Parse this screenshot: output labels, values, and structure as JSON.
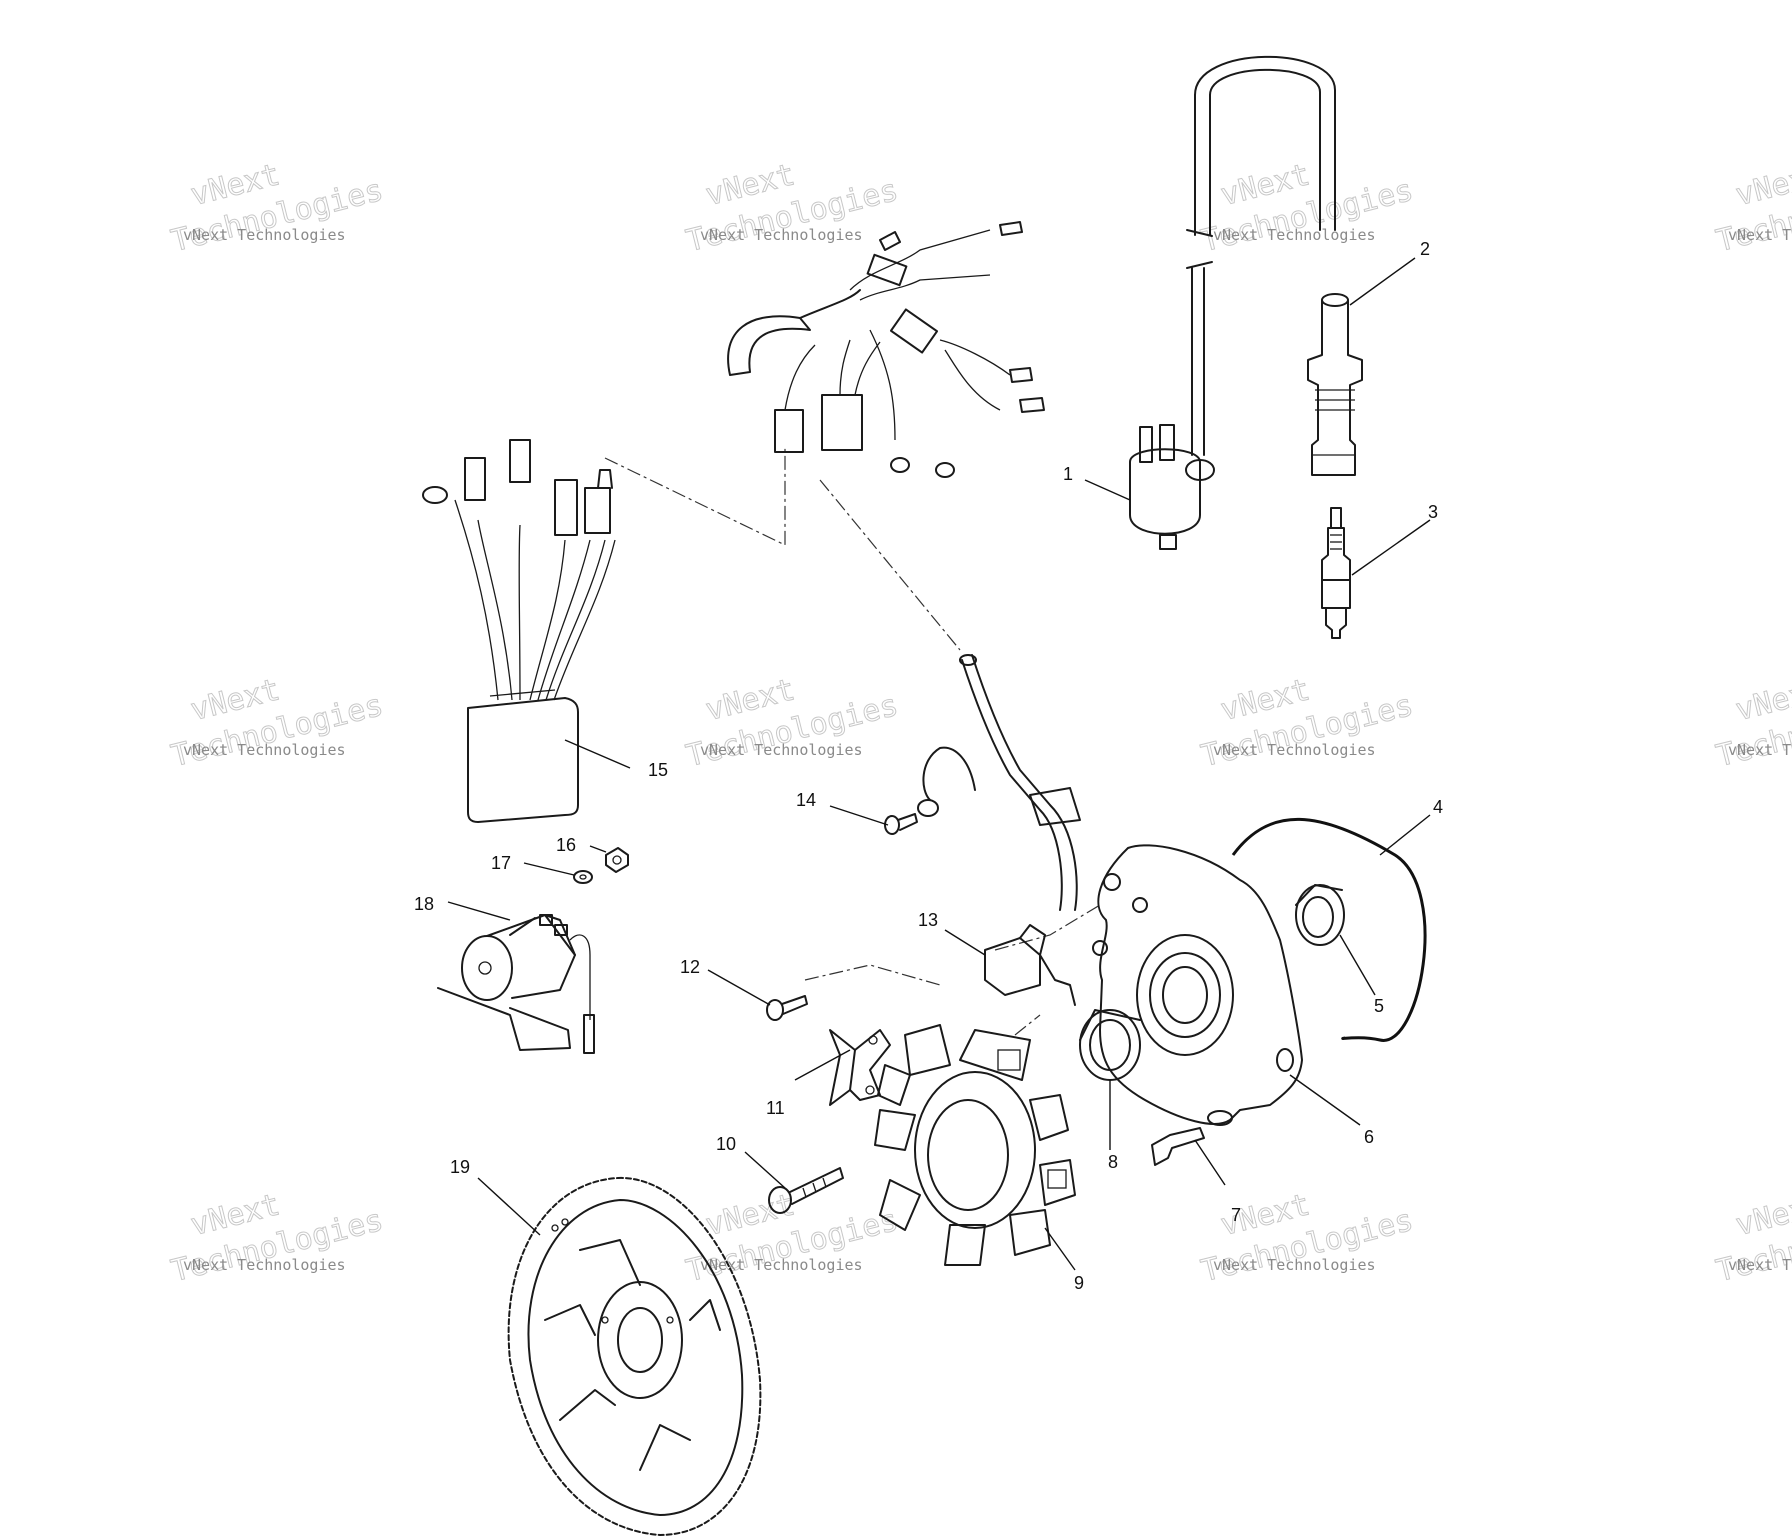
{
  "watermark": {
    "line1": "vNext",
    "line2": "vNext Technologies",
    "line3": "Technologies"
  },
  "callouts": [
    "1",
    "2",
    "3",
    "4",
    "5",
    "6",
    "7",
    "8",
    "9",
    "10",
    "11",
    "12",
    "13",
    "14",
    "15",
    "16",
    "17",
    "18",
    "19"
  ]
}
